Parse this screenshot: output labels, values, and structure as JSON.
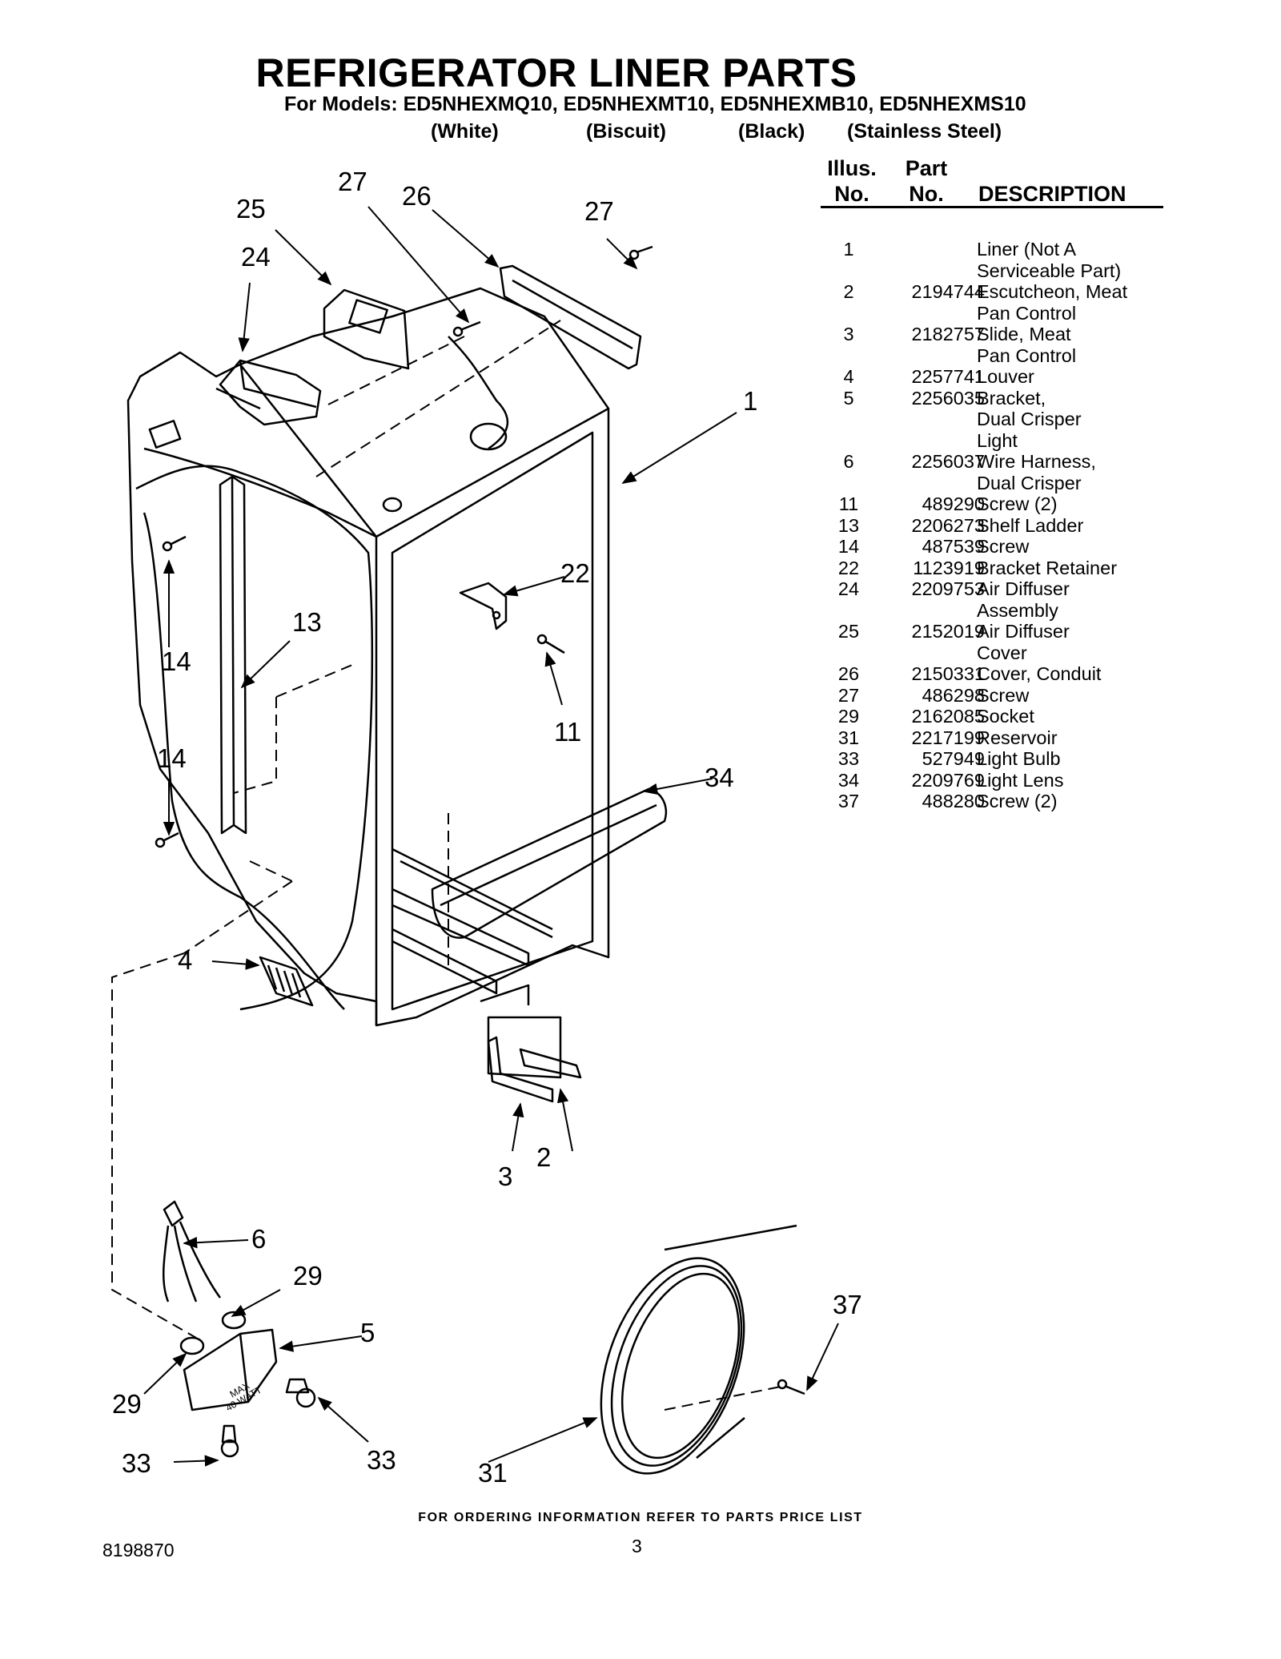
{
  "header": {
    "title": "REFRIGERATOR LINER PARTS",
    "models_line": "For Models: ED5NHEXMQ10, ED5NHEXMT10, ED5NHEXMB10, ED5NHEXMS10",
    "colors": [
      "(White)",
      "(Biscuit)",
      "(Black)",
      "(Stainless Steel)"
    ]
  },
  "table": {
    "headers": {
      "illus_top": "Illus.",
      "illus_bottom": "No.",
      "part_top": "Part",
      "part_bottom": "No.",
      "description": "DESCRIPTION"
    },
    "rows": [
      {
        "illus": "1",
        "part": "",
        "desc": "Liner (Not A\nServiceable Part)"
      },
      {
        "illus": "2",
        "part": "2194744",
        "desc": "Escutcheon, Meat\nPan Control"
      },
      {
        "illus": "3",
        "part": "2182757",
        "desc": "Slide, Meat\nPan Control"
      },
      {
        "illus": "4",
        "part": "2257741",
        "desc": "Louver"
      },
      {
        "illus": "5",
        "part": "2256035",
        "desc": "Bracket,\nDual Crisper\nLight"
      },
      {
        "illus": "6",
        "part": "2256037",
        "desc": "Wire Harness,\nDual Crisper"
      },
      {
        "illus": "11",
        "part": "489290",
        "desc": "Screw (2)"
      },
      {
        "illus": "13",
        "part": "2206273",
        "desc": "Shelf Ladder"
      },
      {
        "illus": "14",
        "part": "487539",
        "desc": "Screw"
      },
      {
        "illus": "22",
        "part": "1123919",
        "desc": "Bracket Retainer"
      },
      {
        "illus": "24",
        "part": "2209753",
        "desc": "Air Diffuser\nAssembly"
      },
      {
        "illus": "25",
        "part": "2152019",
        "desc": "Air Diffuser\nCover"
      },
      {
        "illus": "26",
        "part": "2150331",
        "desc": "Cover, Conduit"
      },
      {
        "illus": "27",
        "part": "486298",
        "desc": "Screw"
      },
      {
        "illus": "29",
        "part": "2162085",
        "desc": "Socket"
      },
      {
        "illus": "31",
        "part": "2217199",
        "desc": "Reservoir"
      },
      {
        "illus": "33",
        "part": "527949",
        "desc": "Light Bulb"
      },
      {
        "illus": "34",
        "part": "2209769",
        "desc": "Light Lens"
      },
      {
        "illus": "37",
        "part": "488280",
        "desc": "Screw (2)"
      }
    ]
  },
  "diagram": {
    "callouts": {
      "c1": "1",
      "c2": "2",
      "c3": "3",
      "c4": "4",
      "c5": "5",
      "c6": "6",
      "c11": "11",
      "c13": "13",
      "c14a": "14",
      "c14b": "14",
      "c22": "22",
      "c24": "24",
      "c25": "25",
      "c26": "26",
      "c27a": "27",
      "c27b": "27",
      "c29a": "29",
      "c29b": "29",
      "c31": "31",
      "c33a": "33",
      "c33b": "33",
      "c34": "34",
      "c37": "37"
    },
    "bulb_text_line1": "MAX",
    "bulb_text_line2": "40 WATT"
  },
  "footer": {
    "ordering_note": "FOR ORDERING INFORMATION REFER TO PARTS PRICE LIST",
    "doc_number": "8198870",
    "page_number": "3"
  }
}
